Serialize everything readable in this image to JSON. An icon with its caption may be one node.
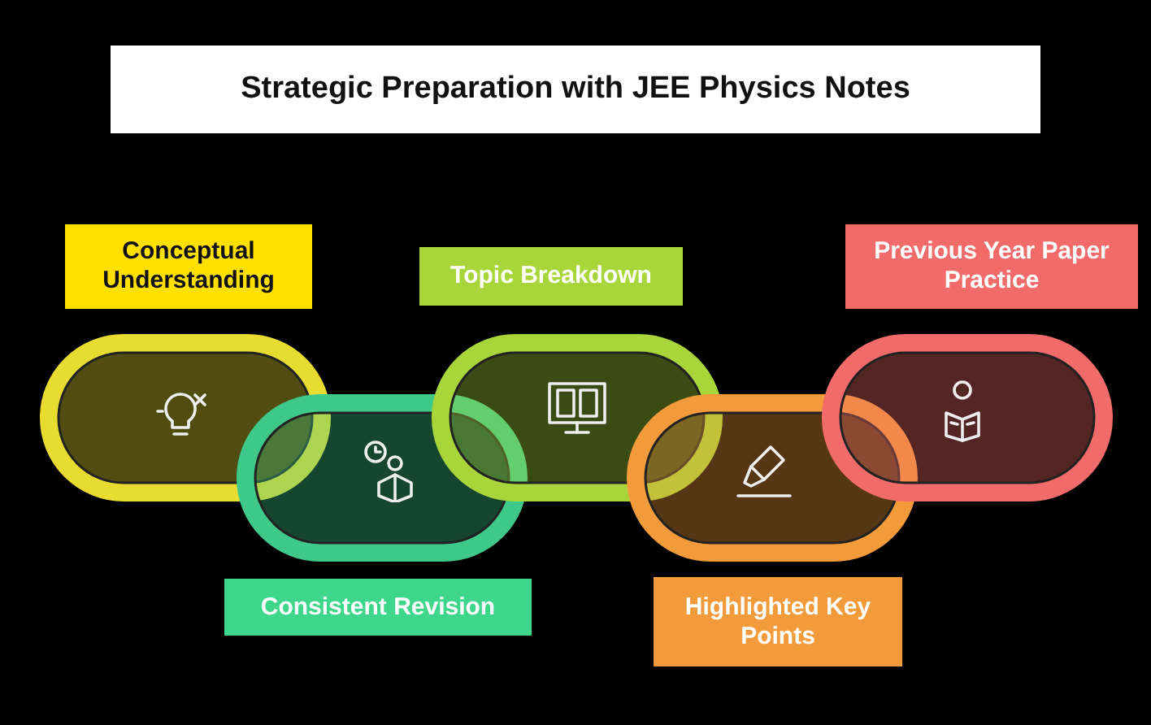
{
  "diagram": {
    "title": "Strategic Preparation with JEE Physics Notes",
    "nodes": [
      {
        "text": [
          "Conceptual Understanding"
        ]
      },
      {
        "text": [
          "Topic Breakdown"
        ]
      },
      {
        "text": [
          "Previous Year Paper Practice"
        ]
      },
      {
        "text": [
          "Consistent Revision"
        ]
      },
      {
        "text": [
          "Highlighted Key Points"
        ]
      }
    ],
    "edges": []
  }
}
